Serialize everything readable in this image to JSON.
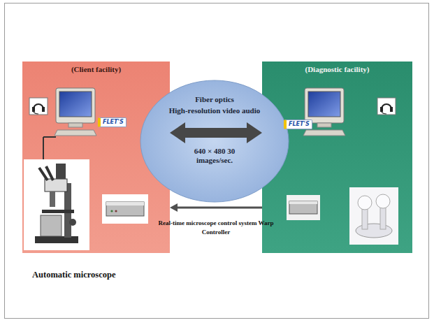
{
  "diagram": {
    "nodes": [
      {
        "text": [
          "(Client facility)"
        ]
      },
      {
        "text": [
          "(Diagnostic facility)"
        ]
      },
      {
        "text": [
          "Fiber optics",
          "High-resolution video audio",
          "640 × 480 30 images/sec."
        ]
      }
    ],
    "edges": [
      {
        "from": 0,
        "to": 1,
        "arrow": "both"
      },
      {
        "from": 1,
        "to": 0,
        "arrow": "to",
        "label": "Real-time microscope control system Warp Controller"
      }
    ],
    "labels": [
      "FLET'S",
      "FLET'S",
      "Automatic microscope"
    ]
  }
}
